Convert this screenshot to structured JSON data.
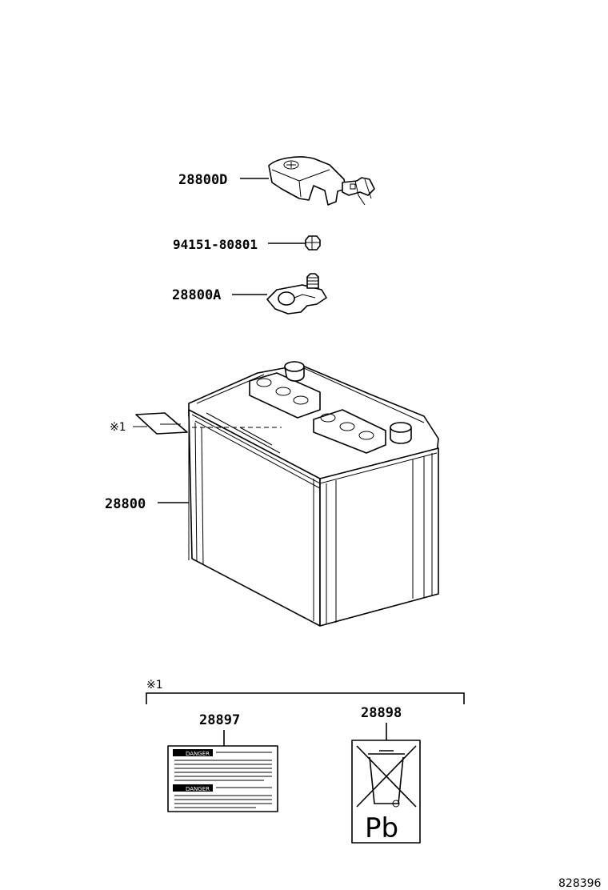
{
  "parts": [
    {
      "id": "terminal_cover",
      "label": "28800D"
    },
    {
      "id": "nut",
      "label": "94151-80801"
    },
    {
      "id": "terminal_clamp",
      "label": "28800A"
    },
    {
      "id": "battery",
      "label": "28800"
    },
    {
      "id": "caution_label",
      "label": "28897"
    },
    {
      "id": "recycle_label",
      "label": "28898"
    }
  ],
  "note_marker": "※1",
  "group_marker": "※1",
  "caution_label": {
    "heading_1": "DANGER",
    "heading_2": "DANGER"
  },
  "recycle_label": {
    "symbol_text": "Pb"
  },
  "diagram_number": "828396"
}
